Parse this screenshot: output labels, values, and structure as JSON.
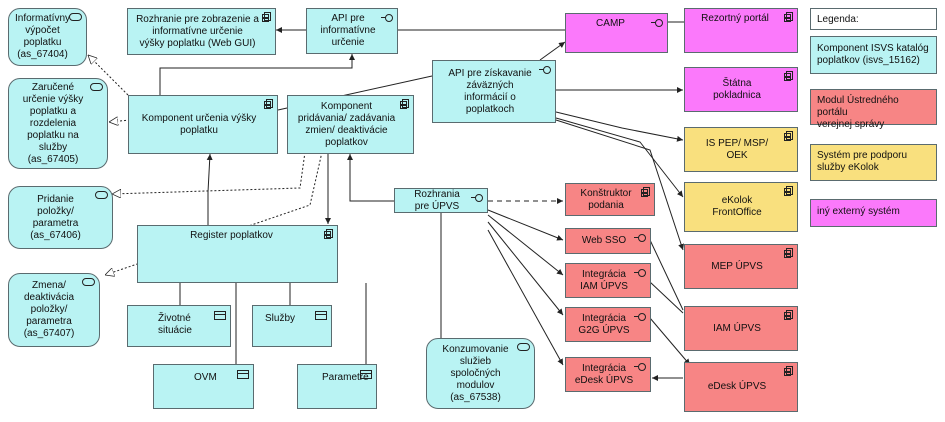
{
  "nodes": {
    "n_info_vypocet": {
      "label": "Informatívny\nvýpočet\npoplatku\n(as_67404)",
      "type": "service",
      "color": "cyan"
    },
    "n_garant": {
      "label": "Zaručené\nurčenie výšky\npoplatku a\nrozdelenia\npoplatku na\nslužby\n(as_67405)",
      "type": "service",
      "color": "cyan"
    },
    "n_pridanie": {
      "label": "Pridanie\npoložky/\nparametra\n(as_67406)",
      "type": "service",
      "color": "cyan"
    },
    "n_zmena": {
      "label": "Zmena/\ndeaktivácia\npoložky/\nparametra\n(as_67407)",
      "type": "service",
      "color": "cyan"
    },
    "n_rozhranie_gui": {
      "label": "Rozhranie pre zobrazenie a\ninformatívne určenie\nvýšky poplatku (Web GUI)",
      "type": "component",
      "color": "cyan"
    },
    "n_api_info": {
      "label": "API pre\ninformatívne\nurčenie",
      "type": "interface",
      "color": "cyan"
    },
    "n_komp_urcenia": {
      "label": "Komponent určenia výšky\npoplatku",
      "type": "component",
      "color": "cyan"
    },
    "n_komp_pridavania": {
      "label": "Komponent\npridávania/ zadávania\nzmien/ deaktivácie\npoplatkov",
      "type": "component",
      "color": "cyan"
    },
    "n_api_zavazne": {
      "label": "API pre získavanie\nzáväzných\ninformácií o\npoplatkoch",
      "type": "interface",
      "color": "cyan"
    },
    "n_camp": {
      "label": "CAMP",
      "type": "interface",
      "color": "magenta"
    },
    "n_rezortny": {
      "label": "Rezortný portál",
      "type": "component",
      "color": "magenta"
    },
    "n_statna": {
      "label": "Štátna\npokladnica",
      "type": "component",
      "color": "magenta"
    },
    "n_is_pep": {
      "label": "IS PEP/ MSP/\nOEK",
      "type": "component",
      "color": "yellow"
    },
    "n_ekolok": {
      "label": "eKolok\nFrontOffice",
      "type": "component",
      "color": "yellow"
    },
    "n_mep": {
      "label": "MEP ÚPVS",
      "type": "component",
      "color": "red"
    },
    "n_iam": {
      "label": "IAM ÚPVS",
      "type": "component",
      "color": "red"
    },
    "n_edesk": {
      "label": "eDesk ÚPVS",
      "type": "component",
      "color": "red"
    },
    "n_rozhrania_upvs": {
      "label": "Rozhrania\npre ÚPVS",
      "type": "interface",
      "color": "cyan"
    },
    "n_konstruktor": {
      "label": "Konštruktor\npodania",
      "type": "component",
      "color": "red"
    },
    "n_web_sso": {
      "label": "Web SSO",
      "type": "interface",
      "color": "red"
    },
    "n_int_iam": {
      "label": "Integrácia\nIAM ÚPVS",
      "type": "interface",
      "color": "red"
    },
    "n_int_g2g": {
      "label": "Integrácia\nG2G ÚPVS",
      "type": "interface",
      "color": "red"
    },
    "n_int_edesk": {
      "label": "Integrácia\neDesk ÚPVS",
      "type": "interface",
      "color": "red"
    },
    "n_register": {
      "label": "Register poplatkov",
      "type": "component",
      "color": "cyan"
    },
    "n_zivotne": {
      "label": "Životné\nsituácie",
      "type": "data",
      "color": "cyan"
    },
    "n_sluzby": {
      "label": "Služby",
      "type": "data",
      "color": "cyan"
    },
    "n_ovm": {
      "label": "OVM",
      "type": "data",
      "color": "cyan"
    },
    "n_parametre": {
      "label": "Parametre",
      "type": "data",
      "color": "cyan"
    },
    "n_konzum": {
      "label": "Konzumovanie\nslužieb\nspoločných\nmodulov\n(as_67538)",
      "type": "service",
      "color": "cyan"
    }
  },
  "legend": {
    "title": "Legenda:",
    "items": [
      {
        "label": "Komponent ISVS katalóg\npoplatkov (isvs_15162)",
        "color": "cyan"
      },
      {
        "label": "Modul Ústredného portálu\nverejnej správy",
        "color": "red"
      },
      {
        "label": "Systém pre podporu\nslužby eKolok",
        "color": "yellow"
      },
      {
        "label": "iný externý systém",
        "color": "magenta"
      }
    ]
  },
  "colors": {
    "cyan": "#b9f3f3",
    "red": "#f78585",
    "yellow": "#f9e07e",
    "magenta": "#fb79fb",
    "line": "#222222"
  }
}
